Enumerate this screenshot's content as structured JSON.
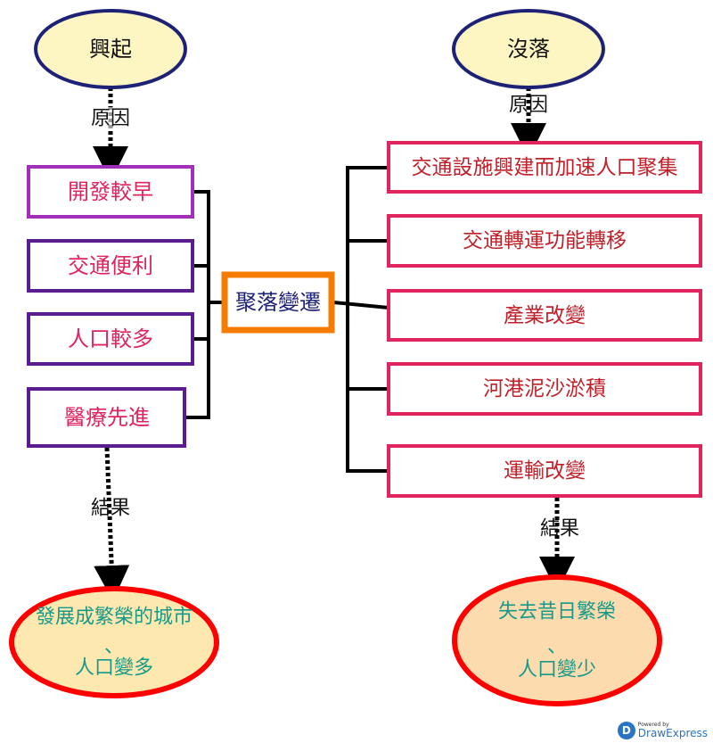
{
  "colors": {
    "top_ellipse_fill": "#fdf6c3",
    "top_ellipse_stroke": "#1e2277",
    "left_box_stroke_first": "#a030b8",
    "left_box_stroke": "#5a1d8f",
    "right_box_stroke": "#e0245e",
    "center_box_stroke": "#f57c00",
    "result_ellipse_stroke": "#ff0000",
    "result_text": "#17998a"
  },
  "rise": {
    "title": "興起",
    "cause_label": "原因",
    "causes": [
      "開發較早",
      "交通便利",
      "人口較多",
      "醫療先進"
    ],
    "result_label": "結果",
    "result_line1": "發展成繁榮的城市",
    "result_sep": "、",
    "result_line2": "人口變多"
  },
  "center": {
    "title": "聚落變遷"
  },
  "decline": {
    "title": "沒落",
    "cause_label": "原因",
    "causes": [
      "交通設施興建而加速人口聚集",
      "交通轉運功能轉移",
      "產業改變",
      "河港泥沙淤積",
      "運輸改變"
    ],
    "result_label": "結果",
    "result_line1": "失去昔日繁榮",
    "result_sep": "、",
    "result_line2": "人口變少"
  },
  "logo": {
    "small": "Powered by",
    "big": "DrawExpress"
  }
}
